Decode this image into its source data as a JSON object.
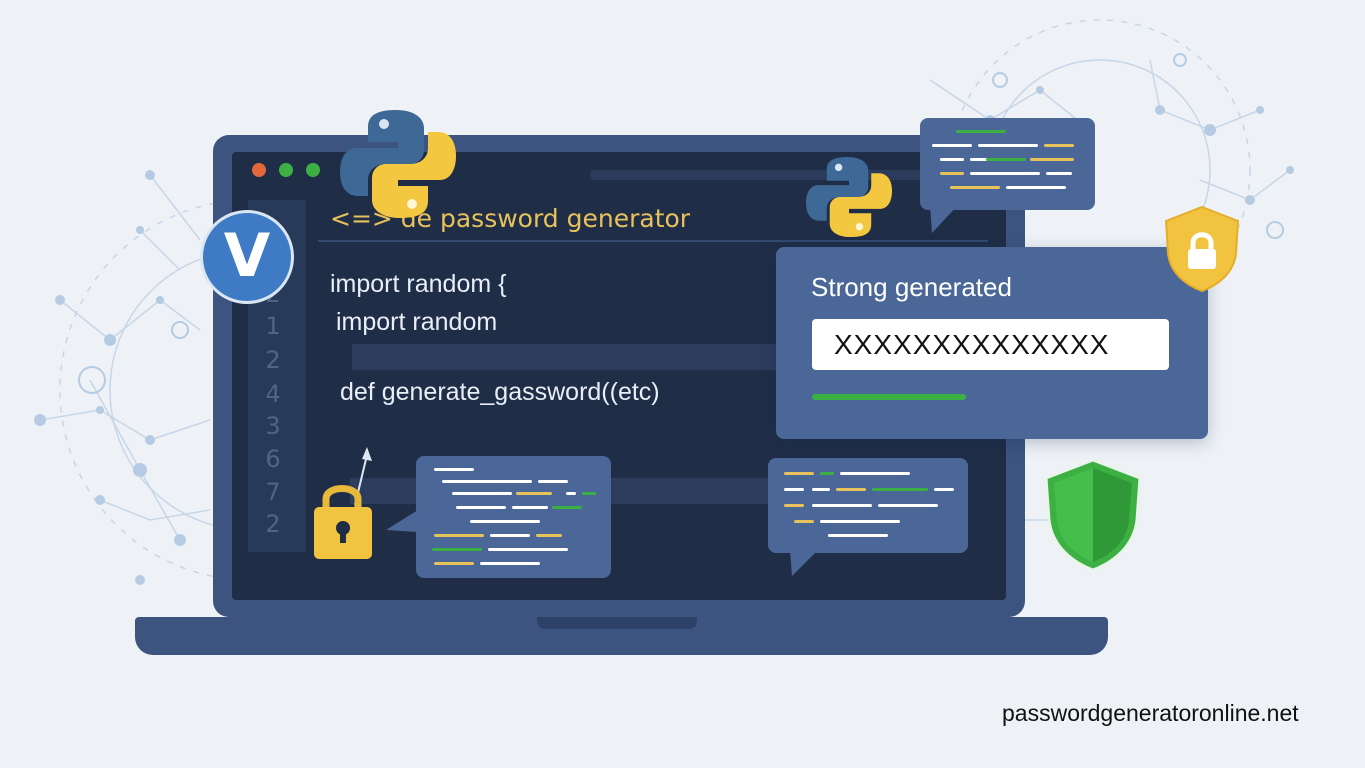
{
  "editor": {
    "file_header": "<=> de password generator",
    "line_numbers": [
      "2",
      "1",
      "2",
      "4",
      "3",
      "6",
      "7",
      "2"
    ],
    "code_lines": [
      "import random {",
      "import random",
      "def generate_gassword((etc)"
    ]
  },
  "password_popup": {
    "title": "Strong generated",
    "password_value": "XXXXXXXXXXXXXX",
    "strength_level": 0.43
  },
  "badge_logo": "V",
  "footer": {
    "url": "passwordgeneratoronline.net"
  },
  "colors": {
    "laptop_frame": "#3d5480",
    "editor_bg": "#1f2d47",
    "popup_bg": "#4b6797",
    "strength_bar": "#3cb043",
    "accent_yellow": "#e8c25a",
    "python_blue": "#3e6896",
    "python_yellow": "#f3c73f"
  },
  "icons": [
    "python-logo-icon",
    "lock-icon",
    "shield-lock-icon",
    "shield-check-icon",
    "network-decoration"
  ]
}
